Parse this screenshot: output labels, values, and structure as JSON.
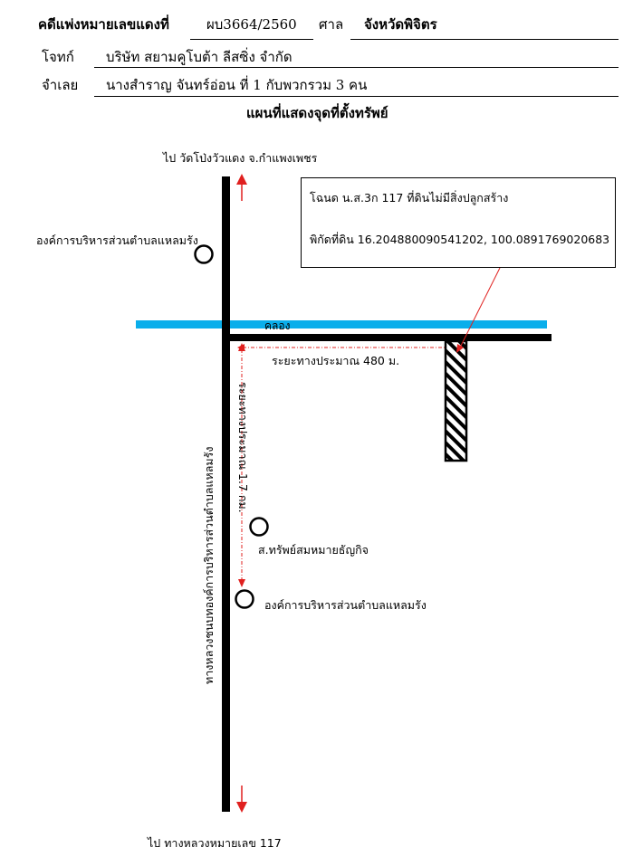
{
  "header": {
    "case_label": "คดีแพ่งหมายเลขแดงที่",
    "case_number": "ผบ3664/2560",
    "court_label": "ศาล",
    "court_value": "จังหวัดพิจิตร",
    "plaintiff_label": "โจทก์",
    "plaintiff_value": "บริษัท สยามคูโบต้า ลีสซิ่ง จำกัด",
    "defendant_label": "จำเลย",
    "defendant_value": "นางสำราญ จันทร์อ่อน  ที่ 1 กับพวกรวม 3 คน",
    "map_title": "แผนที่แสดงจุดที่ตั้งทรัพย์"
  },
  "map": {
    "to_north": "ไป วัดโป่งวัวแดง จ.กำแพงเพชร",
    "to_south": "ไป ทางหลวงหมายเลข 117",
    "sao_top": "องค์การบริหารส่วนตำบลแหลมรัง",
    "sao_bottom": "องค์การบริหารส่วนตำบลแหลมรัง",
    "land_office": "ส.ทรัพย์สมหมายธัญกิจ",
    "canal": "คลอง",
    "distance_east": "ระยะทางประมาณ 480 ม.",
    "distance_south": "ระยะทางประมาณ 1.7 กม.",
    "road_name": "ทางหลวงชนบทองค์การบริหารส่วนตำบลแหลมรัง",
    "info_line1": "โฉนด น.ส.3ก 117 ที่ดินไม่มีสิ่งปลูกสร้าง",
    "info_line2": "พิกัดที่ดิน 16.204880090541202, 100.0891769020683"
  },
  "colors": {
    "canal": "#0aaeeb",
    "arrow": "#e0201f",
    "road": "#000000"
  }
}
